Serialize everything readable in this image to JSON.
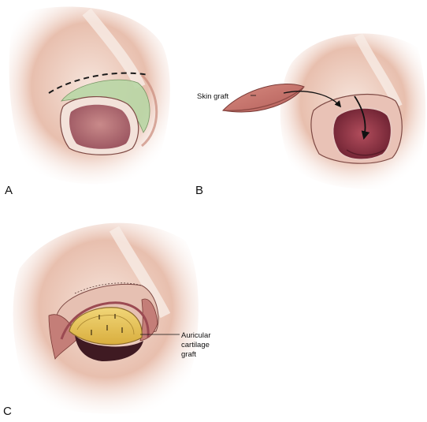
{
  "panels": [
    {
      "letter": "A"
    },
    {
      "letter": "B",
      "callout": "Skin graft"
    },
    {
      "letter": "C",
      "callout_lines": [
        "Auricular",
        "cartilage",
        "graft"
      ]
    }
  ],
  "colors": {
    "skin_light": "#f2dcd2",
    "skin_mid": "#e4b3a2",
    "skin_dark": "#c98a7b",
    "wound_red": "#a8404f",
    "wound_deep": "#7e2838",
    "graft_green": "#b9d7a6",
    "graft_skin": "#c8706a",
    "cartilage_yellow": "#e9c75b",
    "line": "#222222"
  }
}
